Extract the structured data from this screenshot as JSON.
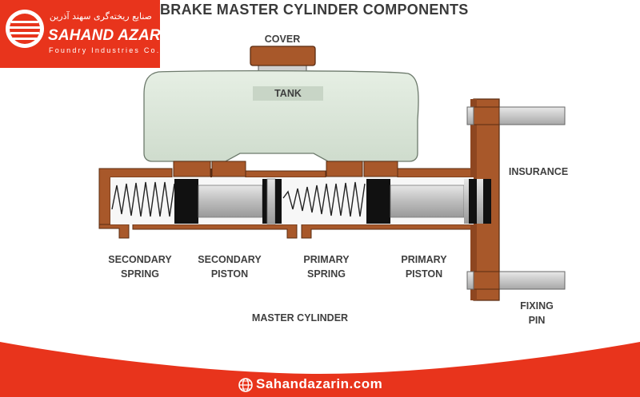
{
  "title": "BRAKE MASTER CYLINDER COMPONENTS",
  "brand": {
    "name_fa": "صنایع ریخته‌گری سهند آذرین",
    "name_en": "SAHAND AZARIN",
    "subtitle": "Foundry Industries Co.",
    "website": "Sahandazarin.com",
    "color": "#e8341c"
  },
  "labels": {
    "cover": "COVER",
    "tank": "TANK",
    "insurance": "INSURANCE",
    "secondary_spring_1": "SECONDARY",
    "secondary_spring_2": "SPRING",
    "secondary_piston_1": "SECONDARY",
    "secondary_piston_2": "PISTON",
    "primary_spring_1": "PRIMARY",
    "primary_spring_2": "SPRING",
    "primary_piston_1": "PRIMARY",
    "primary_piston_2": "PISTON",
    "master_cylinder": "MASTER CYLINDER",
    "fixing_pin_1": "FIXING",
    "fixing_pin_2": "PIN"
  },
  "colors": {
    "housing": "#a8582a",
    "tank": "#dde9dc",
    "seal": "#111111",
    "piston": "#c8c8c8"
  },
  "icons": [
    "globe-icon",
    "logo-emblem-icon"
  ]
}
